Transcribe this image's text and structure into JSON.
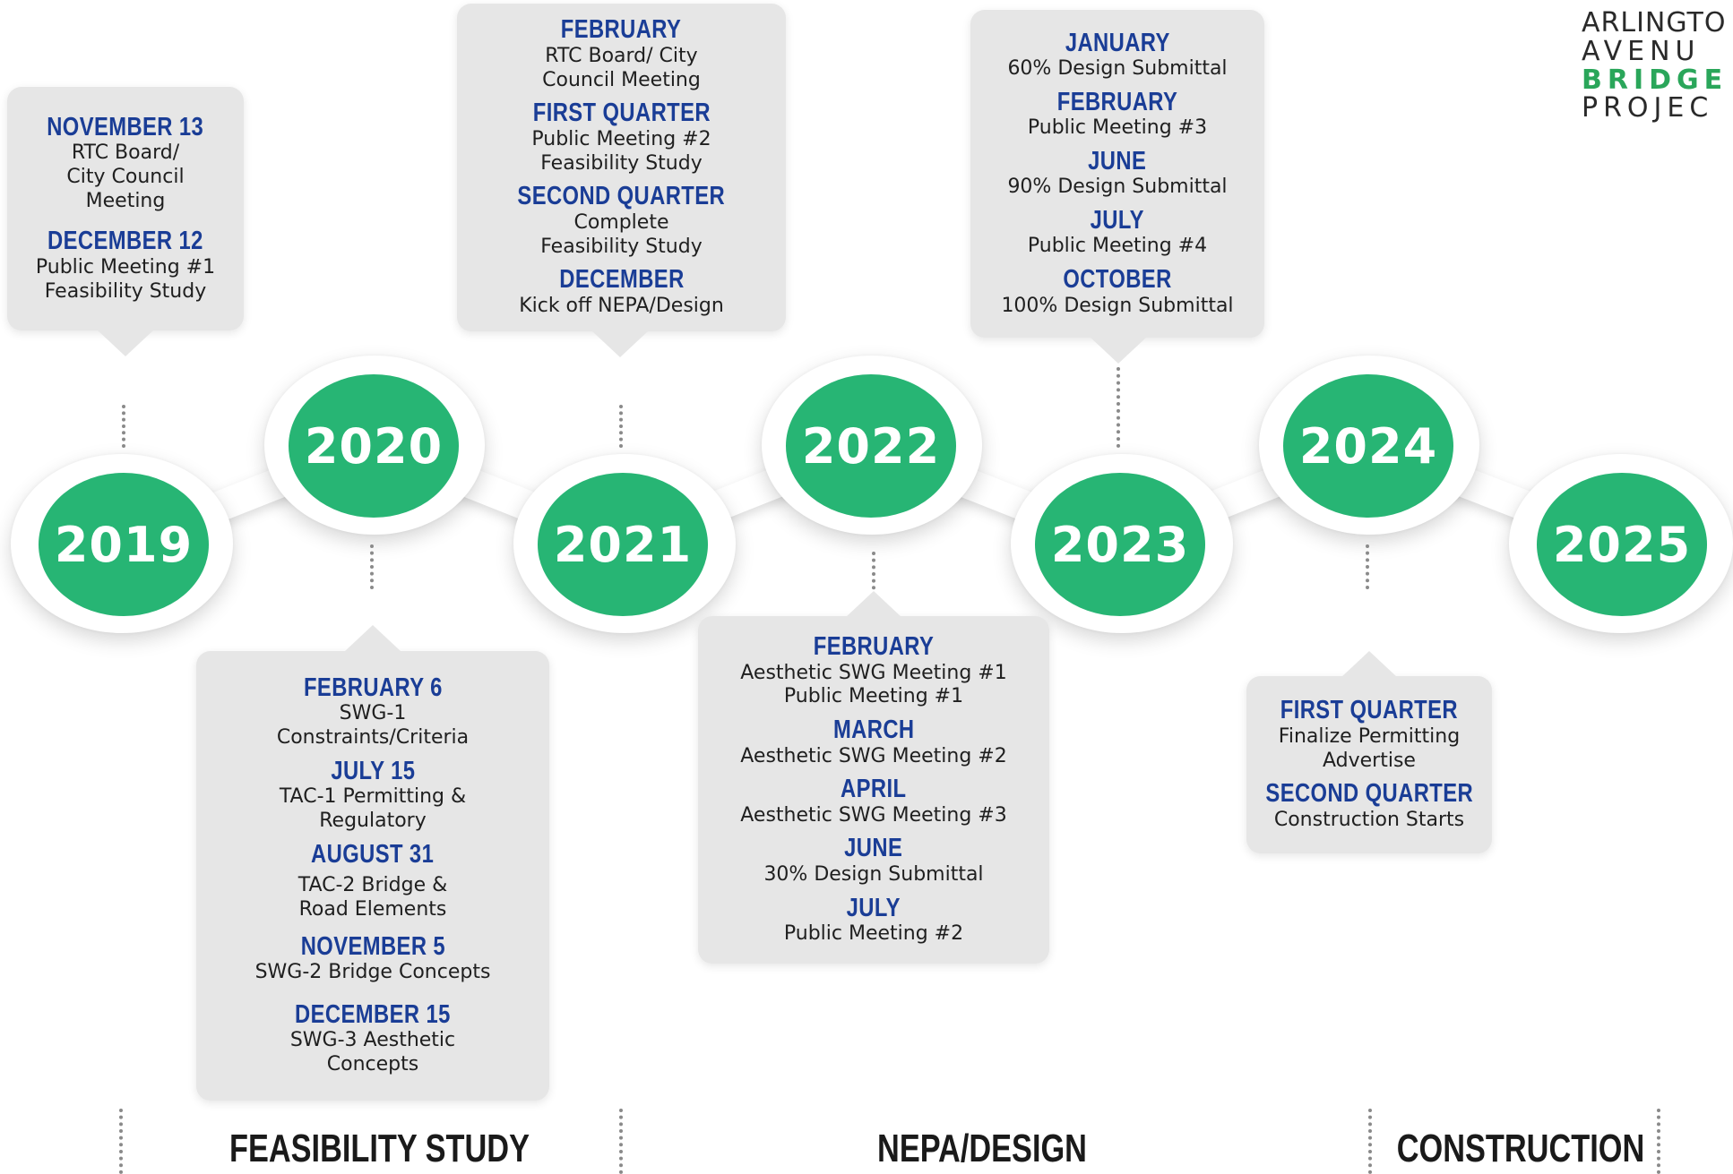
{
  "logo": {
    "line1": "ARLINGTO",
    "line2": "AVENU",
    "line3": "BRIDGE",
    "line4": "PROJEC"
  },
  "years": [
    {
      "label": "2019"
    },
    {
      "label": "2020"
    },
    {
      "label": "2021"
    },
    {
      "label": "2022"
    },
    {
      "label": "2023"
    },
    {
      "label": "2024"
    },
    {
      "label": "2025"
    }
  ],
  "cards": {
    "y2019": [
      {
        "head": "NOVEMBER 13",
        "desc": "RTC Board/\nCity Council\nMeeting"
      },
      {
        "head": "DECEMBER 12",
        "desc": "Public Meeting #1\nFeasibility Study"
      }
    ],
    "y2020": [
      {
        "head": "FEBRUARY 6",
        "desc": "SWG-1\nConstraints/Criteria"
      },
      {
        "head": "JULY 15",
        "desc": "TAC-1 Permitting &\nRegulatory"
      },
      {
        "head": "AUGUST 31",
        "desc": "TAC-2 Bridge &\nRoad Elements"
      },
      {
        "head": "NOVEMBER 5",
        "desc": "SWG-2 Bridge Concepts"
      },
      {
        "head": "DECEMBER 15",
        "desc": "SWG-3 Aesthetic\nConcepts"
      }
    ],
    "y2021": [
      {
        "head": "FEBRUARY",
        "desc": "RTC Board/ City\nCouncil Meeting"
      },
      {
        "head": "FIRST QUARTER",
        "desc": "Public Meeting #2\nFeasibility Study"
      },
      {
        "head": "SECOND QUARTER",
        "desc": "Complete\nFeasibility Study"
      },
      {
        "head": "DECEMBER",
        "desc": "Kick off NEPA/Design"
      }
    ],
    "y2022": [
      {
        "head": "FEBRUARY",
        "desc": "Aesthetic SWG Meeting #1\nPublic Meeting #1"
      },
      {
        "head": "MARCH",
        "desc": "Aesthetic SWG Meeting #2"
      },
      {
        "head": "APRIL",
        "desc": "Aesthetic SWG Meeting #3"
      },
      {
        "head": "JUNE",
        "desc": "30% Design Submittal"
      },
      {
        "head": "JULY",
        "desc": "Public Meeting #2"
      }
    ],
    "y2023": [
      {
        "head": "JANUARY",
        "desc": "60% Design Submittal"
      },
      {
        "head": "FEBRUARY",
        "desc": "Public Meeting #3"
      },
      {
        "head": "JUNE",
        "desc": "90% Design Submittal"
      },
      {
        "head": "JULY",
        "desc": "Public Meeting #4"
      },
      {
        "head": "OCTOBER",
        "desc": "100% Design Submittal"
      }
    ],
    "y2024": [
      {
        "head": "FIRST QUARTER",
        "desc": "Finalize Permitting\nAdvertise"
      },
      {
        "head": "SECOND QUARTER",
        "desc": "Construction Starts"
      }
    ]
  },
  "phases": {
    "feasibility": "FEASIBILITY STUDY",
    "nepa": "NEPA/DESIGN",
    "construction": "CONSTRUCTION"
  },
  "colors": {
    "year_green": "#27b574",
    "heading_blue": "#1a3d96",
    "card_gray": "#e6e6e6",
    "logo_green": "#2aa65a"
  }
}
